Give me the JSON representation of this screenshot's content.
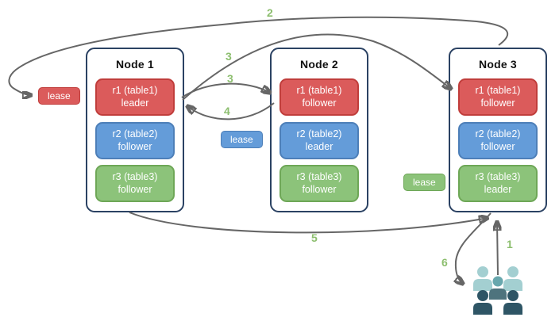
{
  "nodes": [
    {
      "title": "Node 1",
      "replicas": [
        {
          "label": "r1 (table1)",
          "role": "leader"
        },
        {
          "label": "r2 (table2)",
          "role": "follower"
        },
        {
          "label": "r3 (table3)",
          "role": "follower"
        }
      ]
    },
    {
      "title": "Node 2",
      "replicas": [
        {
          "label": "r1 (table1)",
          "role": "follower"
        },
        {
          "label": "r2 (table2)",
          "role": "leader"
        },
        {
          "label": "r3 (table3)",
          "role": "follower"
        }
      ]
    },
    {
      "title": "Node 3",
      "replicas": [
        {
          "label": "r1 (table1)",
          "role": "follower"
        },
        {
          "label": "r2 (table2)",
          "role": "follower"
        },
        {
          "label": "r3 (table3)",
          "role": "leader"
        }
      ]
    }
  ],
  "leases": {
    "table1": "lease",
    "table2": "lease",
    "table3": "lease"
  },
  "steps": {
    "s1": "1",
    "s2": "2",
    "s3a": "3",
    "s3b": "3",
    "s4": "4",
    "s5": "5",
    "s6": "6"
  },
  "icons": {
    "clients": "users-group-icon"
  },
  "colors": {
    "red": "#db5b5b",
    "red_border": "#c03d3b",
    "blue": "#649cd9",
    "blue_border": "#4d7fb8",
    "green": "#8cc37a",
    "green_border": "#6ea757",
    "node_border": "#2b4263",
    "arrow": "#666666",
    "step_label": "#8cbe6e",
    "users_light": "#a3cfd1",
    "users_mid": "#68a7ad",
    "users_mid_dark": "#4e737d",
    "users_dark": "#2e5565"
  }
}
